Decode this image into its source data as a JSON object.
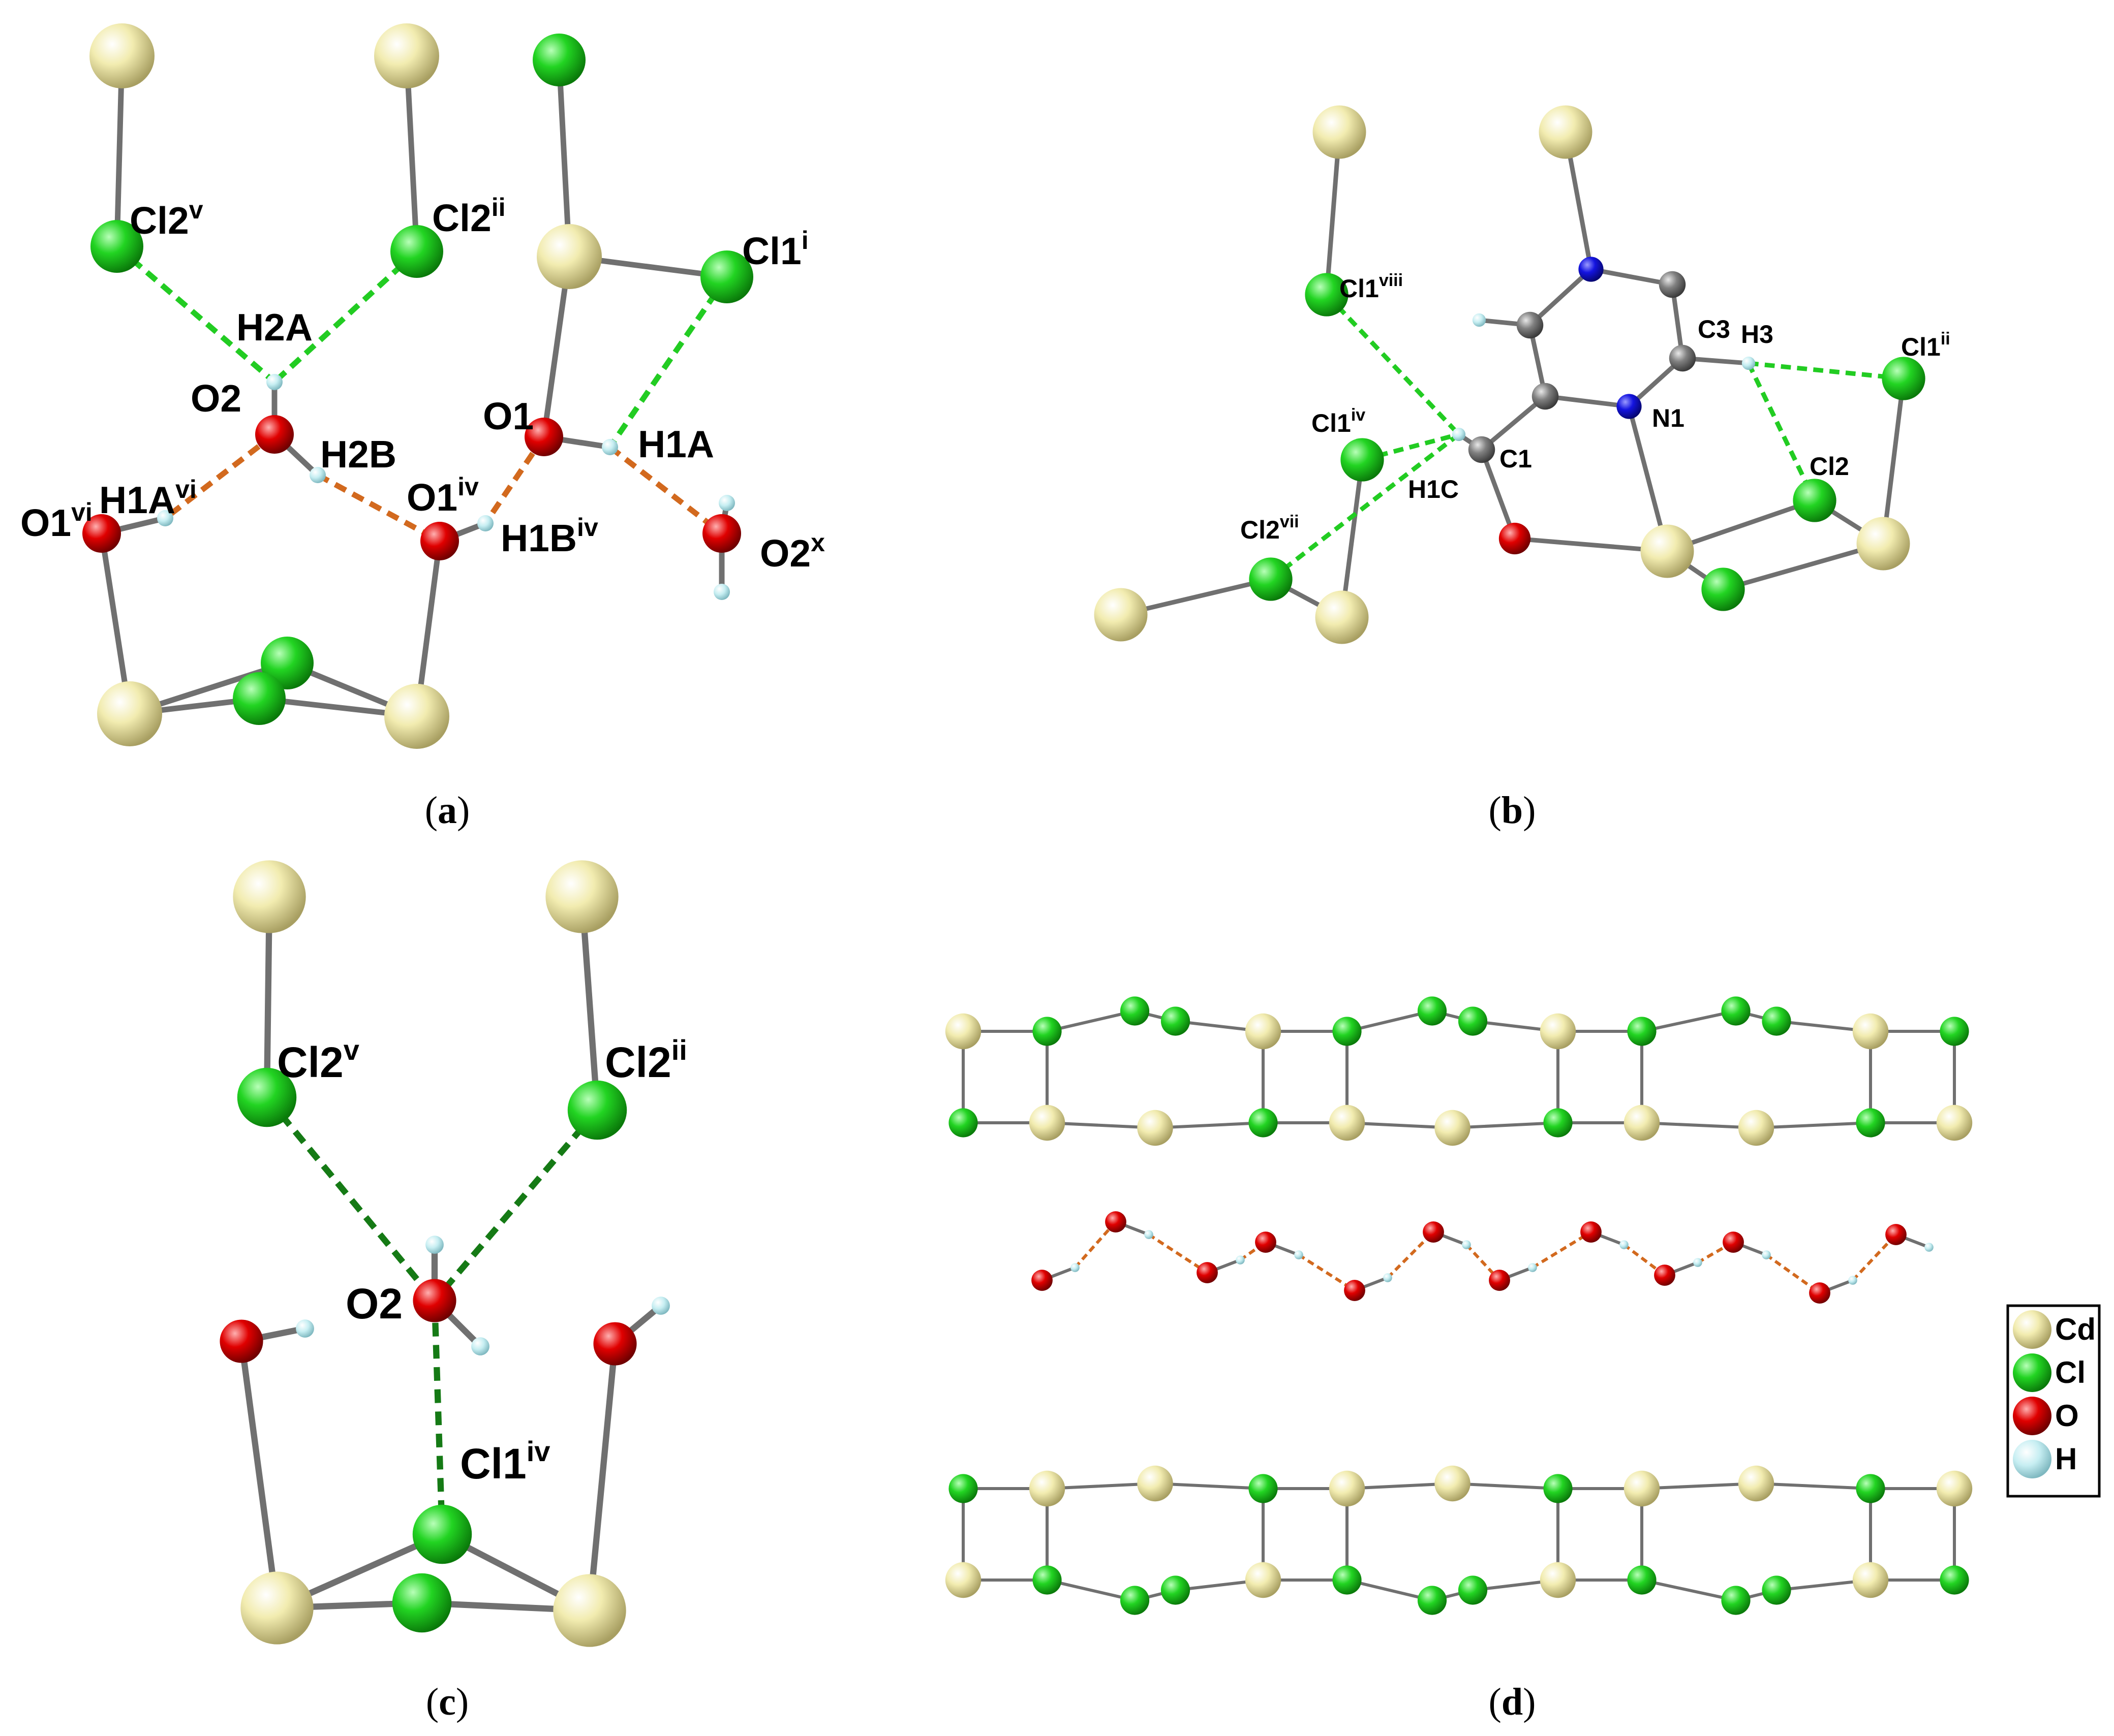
{
  "colors": {
    "Cd": "#f2ecb0",
    "Cl": "#22d422",
    "O": "#e00000",
    "H": "#c6eef2",
    "N": "#1414e0",
    "C": "#808080",
    "bond": "#707070",
    "hbond_green": "#22cc22",
    "hbond_dark": "#157a15",
    "hbond_orange": "#d2691e"
  },
  "panels": {
    "a": {
      "caption": {
        "open": "(",
        "letter": "a",
        "close": ")"
      },
      "labels": [
        {
          "base": "Cl2",
          "sup": "v"
        },
        {
          "base": "Cl2",
          "sup": "ii"
        },
        {
          "base": "Cl1",
          "sup": "i"
        },
        {
          "base": "H2A",
          "sup": ""
        },
        {
          "base": "O2",
          "sup": ""
        },
        {
          "base": "H2B",
          "sup": ""
        },
        {
          "base": "O1",
          "sup": ""
        },
        {
          "base": "H1A",
          "sup": ""
        },
        {
          "base": "O1",
          "sup": "vi"
        },
        {
          "base": "H1A",
          "sup": "vi"
        },
        {
          "base": "O1",
          "sup": "iv"
        },
        {
          "base": "H1B",
          "sup": "iv"
        },
        {
          "base": "O2",
          "sup": "x"
        }
      ]
    },
    "b": {
      "caption": {
        "open": "(",
        "letter": "b",
        "close": ")"
      },
      "labels": [
        {
          "base": "Cl1",
          "sup": "viii"
        },
        {
          "base": "C3",
          "sup": ""
        },
        {
          "base": "H3",
          "sup": ""
        },
        {
          "base": "Cl1",
          "sup": "ii"
        },
        {
          "base": "Cl1",
          "sup": "iv"
        },
        {
          "base": "C1",
          "sup": ""
        },
        {
          "base": "N1",
          "sup": ""
        },
        {
          "base": "H1C",
          "sup": ""
        },
        {
          "base": "Cl2",
          "sup": "vii"
        },
        {
          "base": "Cl2",
          "sup": ""
        }
      ]
    },
    "c": {
      "caption": {
        "open": "(",
        "letter": "c",
        "close": ")"
      },
      "labels": [
        {
          "base": "Cl2",
          "sup": "v"
        },
        {
          "base": "Cl2",
          "sup": "ii"
        },
        {
          "base": "O2",
          "sup": ""
        },
        {
          "base": "Cl1",
          "sup": "iv"
        }
      ]
    },
    "d": {
      "caption": {
        "open": "(",
        "letter": "d",
        "close": ")"
      }
    }
  },
  "legend": [
    {
      "element": "Cd",
      "label": "Cd"
    },
    {
      "element": "Cl",
      "label": "Cl"
    },
    {
      "element": "O",
      "label": "O"
    },
    {
      "element": "H",
      "label": "H"
    }
  ]
}
